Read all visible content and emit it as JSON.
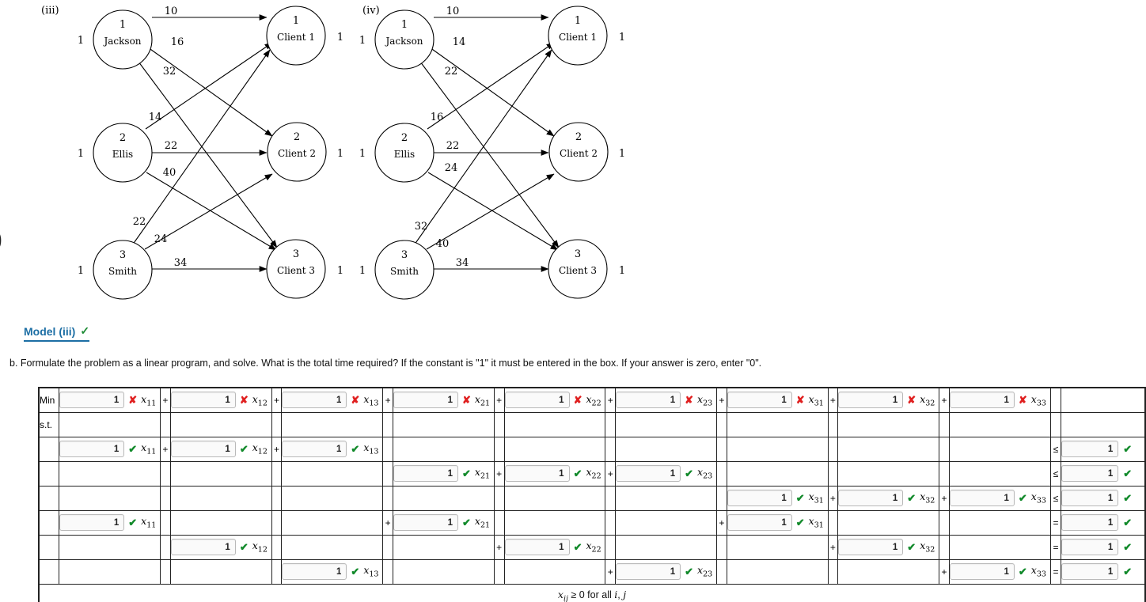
{
  "diagrams": [
    {
      "label": "(iii)",
      "sources": [
        {
          "num": "1",
          "name": "Jackson",
          "supply": "1"
        },
        {
          "num": "2",
          "name": "Ellis",
          "supply": "1"
        },
        {
          "num": "3",
          "name": "Smith",
          "supply": "1"
        }
      ],
      "sinks": [
        {
          "num": "1",
          "name": "Client 1",
          "demand": "1"
        },
        {
          "num": "2",
          "name": "Client 2",
          "demand": "1"
        },
        {
          "num": "3",
          "name": "Client 3",
          "demand": "1"
        }
      ],
      "edge_labels": [
        "10",
        "16",
        "32",
        "14",
        "22",
        "40",
        "22",
        "24",
        "34"
      ]
    },
    {
      "label": "(iv)",
      "sources": [
        {
          "num": "1",
          "name": "Jackson",
          "supply": "1"
        },
        {
          "num": "2",
          "name": "Ellis",
          "supply": "1"
        },
        {
          "num": "3",
          "name": "Smith",
          "supply": "1"
        }
      ],
      "sinks": [
        {
          "num": "1",
          "name": "Client 1",
          "demand": "1"
        },
        {
          "num": "2",
          "name": "Client 2",
          "demand": "1"
        },
        {
          "num": "3",
          "name": "Client 3",
          "demand": "1"
        }
      ],
      "edge_labels": [
        "10",
        "14",
        "22",
        "16",
        "22",
        "24",
        "32",
        "40",
        "34"
      ]
    }
  ],
  "model_heading": {
    "text": "Model (iii)",
    "check": "✓"
  },
  "question": "b. Formulate the problem as a linear program, and solve. What is the total time required? If the constant is \"1\" it must be entered in the box. If your answer is zero, enter \"0\".",
  "table": {
    "row_labels": {
      "objective": "Min",
      "subject_to": "s.t."
    },
    "operators": {
      "plus": "+",
      "le": "≤",
      "eq": "="
    },
    "marks": {
      "wrong": "✘",
      "right": "✔"
    },
    "objective": {
      "label": "Min",
      "terms": [
        {
          "value": "1",
          "mark": "wrong",
          "var": "x",
          "sub": "11"
        },
        {
          "value": "1",
          "mark": "wrong",
          "var": "x",
          "sub": "12"
        },
        {
          "value": "1",
          "mark": "wrong",
          "var": "x",
          "sub": "13"
        },
        {
          "value": "1",
          "mark": "wrong",
          "var": "x",
          "sub": "21"
        },
        {
          "value": "1",
          "mark": "wrong",
          "var": "x",
          "sub": "22"
        },
        {
          "value": "1",
          "mark": "wrong",
          "var": "x",
          "sub": "23"
        },
        {
          "value": "1",
          "mark": "wrong",
          "var": "x",
          "sub": "31"
        },
        {
          "value": "1",
          "mark": "wrong",
          "var": "x",
          "sub": "32"
        },
        {
          "value": "1",
          "mark": "wrong",
          "var": "x",
          "sub": "33"
        }
      ]
    },
    "constraints": [
      {
        "cells": [
          {
            "value": "1",
            "mark": "right",
            "var": "x",
            "sub": "11"
          },
          {
            "value": "1",
            "mark": "right",
            "var": "x",
            "sub": "12"
          },
          {
            "value": "1",
            "mark": "right",
            "var": "x",
            "sub": "13"
          },
          null,
          null,
          null,
          null,
          null,
          null
        ],
        "ops": [
          "+",
          "+",
          "",
          "",
          "",
          "",
          "",
          "",
          ""
        ],
        "relation": "≤",
        "rhs": {
          "value": "1",
          "mark": "right"
        }
      },
      {
        "cells": [
          null,
          null,
          null,
          {
            "value": "1",
            "mark": "right",
            "var": "x",
            "sub": "21"
          },
          {
            "value": "1",
            "mark": "right",
            "var": "x",
            "sub": "22"
          },
          {
            "value": "1",
            "mark": "right",
            "var": "x",
            "sub": "23"
          },
          null,
          null,
          null
        ],
        "ops": [
          "",
          "",
          "",
          "+",
          "+",
          "",
          "",
          "",
          ""
        ],
        "relation": "≤",
        "rhs": {
          "value": "1",
          "mark": "right"
        }
      },
      {
        "cells": [
          null,
          null,
          null,
          null,
          null,
          null,
          {
            "value": "1",
            "mark": "right",
            "var": "x",
            "sub": "31"
          },
          {
            "value": "1",
            "mark": "right",
            "var": "x",
            "sub": "32"
          },
          {
            "value": "1",
            "mark": "right",
            "var": "x",
            "sub": "33"
          }
        ],
        "ops": [
          "",
          "",
          "",
          "",
          "",
          "",
          "+",
          "+",
          ""
        ],
        "relation": "≤",
        "rhs": {
          "value": "1",
          "mark": "right"
        }
      },
      {
        "cells": [
          {
            "value": "1",
            "mark": "right",
            "var": "x",
            "sub": "11"
          },
          null,
          null,
          {
            "value": "1",
            "mark": "right",
            "var": "x",
            "sub": "21"
          },
          null,
          null,
          {
            "value": "1",
            "mark": "right",
            "var": "x",
            "sub": "31"
          },
          null,
          null
        ],
        "ops": [
          "",
          "",
          "+",
          "",
          "",
          "+",
          "",
          "",
          ""
        ],
        "relation": "=",
        "rhs": {
          "value": "1",
          "mark": "right"
        }
      },
      {
        "cells": [
          null,
          {
            "value": "1",
            "mark": "right",
            "var": "x",
            "sub": "12"
          },
          null,
          null,
          {
            "value": "1",
            "mark": "right",
            "var": "x",
            "sub": "22"
          },
          null,
          null,
          {
            "value": "1",
            "mark": "right",
            "var": "x",
            "sub": "32"
          },
          null
        ],
        "ops": [
          "",
          "",
          "",
          "+",
          "",
          "",
          "+",
          "",
          ""
        ],
        "relation": "=",
        "rhs": {
          "value": "1",
          "mark": "right"
        }
      },
      {
        "cells": [
          null,
          null,
          {
            "value": "1",
            "mark": "right",
            "var": "x",
            "sub": "13"
          },
          null,
          null,
          {
            "value": "1",
            "mark": "right",
            "var": "x",
            "sub": "23"
          },
          null,
          null,
          {
            "value": "1",
            "mark": "right",
            "var": "x",
            "sub": "33"
          }
        ],
        "ops": [
          "",
          "",
          "",
          "",
          "+",
          "",
          "",
          "+",
          ""
        ],
        "relation": "=",
        "rhs": {
          "value": "1",
          "mark": "right"
        }
      }
    ],
    "footer": {
      "prefix": "x",
      "sub": "ij",
      "text": " ≥ 0 for all ",
      "i": "i",
      "comma": ", ",
      "j": "j"
    }
  }
}
